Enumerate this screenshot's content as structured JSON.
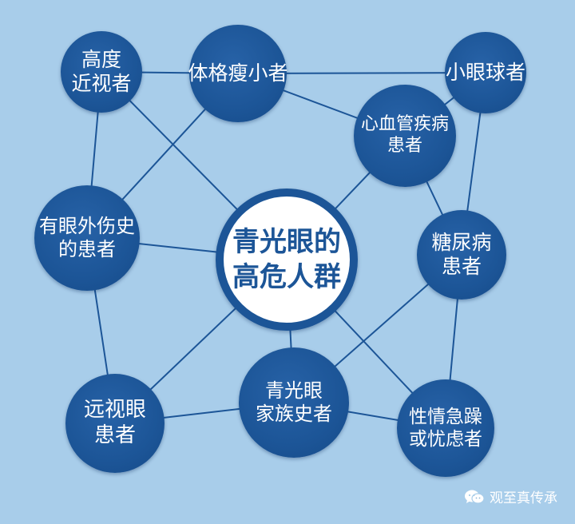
{
  "diagram": {
    "center": {
      "id": "center",
      "lines": [
        "青光眼的",
        "高危人群"
      ]
    },
    "nodes": [
      {
        "id": "high-myopia",
        "lines": [
          "高度",
          "近视者"
        ]
      },
      {
        "id": "small-thin",
        "lines": [
          "体格瘦小者"
        ]
      },
      {
        "id": "small-eyeball",
        "lines": [
          "小眼球者"
        ]
      },
      {
        "id": "cardio",
        "lines": [
          "心血管疾病",
          "患者"
        ]
      },
      {
        "id": "eye-trauma",
        "lines": [
          "有眼外伤史",
          "的患者"
        ]
      },
      {
        "id": "diabetes",
        "lines": [
          "糖尿病",
          "患者"
        ]
      },
      {
        "id": "hyperopia",
        "lines": [
          "远视眼",
          "患者"
        ]
      },
      {
        "id": "family-history",
        "lines": [
          "青光眼",
          "家族史者"
        ]
      },
      {
        "id": "anxious",
        "lines": [
          "性情急躁",
          "或忧虑者"
        ]
      }
    ],
    "edges": [
      [
        "high-myopia",
        "small-thin"
      ],
      [
        "high-myopia",
        "eye-trauma"
      ],
      [
        "high-myopia",
        "center"
      ],
      [
        "small-thin",
        "small-eyeball"
      ],
      [
        "small-thin",
        "cardio"
      ],
      [
        "small-thin",
        "eye-trauma"
      ],
      [
        "small-eyeball",
        "cardio"
      ],
      [
        "small-eyeball",
        "diabetes"
      ],
      [
        "cardio",
        "center"
      ],
      [
        "cardio",
        "diabetes"
      ],
      [
        "eye-trauma",
        "center"
      ],
      [
        "eye-trauma",
        "hyperopia"
      ],
      [
        "diabetes",
        "family-history"
      ],
      [
        "diabetes",
        "anxious"
      ],
      [
        "center",
        "hyperopia"
      ],
      [
        "center",
        "family-history"
      ],
      [
        "center",
        "anxious"
      ],
      [
        "hyperopia",
        "family-history"
      ],
      [
        "family-history",
        "anxious"
      ]
    ]
  },
  "watermark": {
    "text": "观至真传承",
    "icon": "wechat-icon"
  },
  "colors": {
    "background": "#a8cdea",
    "node_fill": "#1c5597",
    "center_fill": "#ffffff",
    "center_text": "#1c5597",
    "edge": "#1c5597",
    "node_text": "#ffffff"
  }
}
